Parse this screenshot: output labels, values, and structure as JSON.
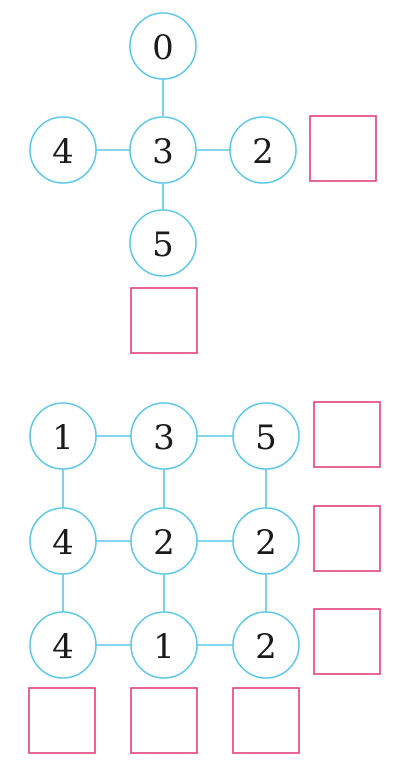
{
  "colors": {
    "circle_stroke": "#5bc8e6",
    "box_stroke": "#e23f7c"
  },
  "puzzle_1": {
    "nodes": [
      "0",
      "4",
      "3",
      "2",
      "5"
    ],
    "answer_boxes": [
      "",
      ""
    ]
  },
  "puzzle_2": {
    "rows": [
      [
        "1",
        "3",
        "5"
      ],
      [
        "4",
        "2",
        "2"
      ],
      [
        "4",
        "1",
        "2"
      ]
    ],
    "row_answer_boxes": [
      "",
      "",
      ""
    ],
    "column_answer_boxes": [
      "",
      "",
      ""
    ]
  }
}
